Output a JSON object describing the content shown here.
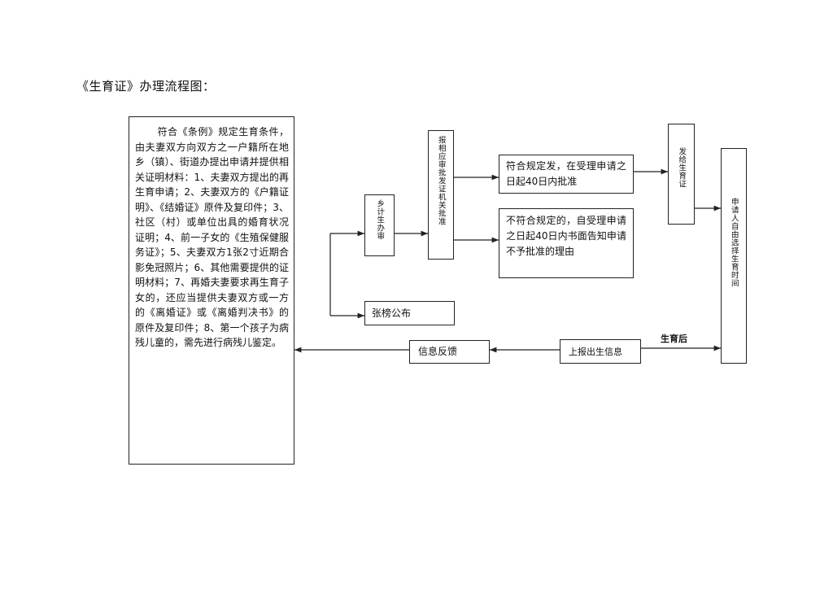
{
  "title": "《生育证》办理流程图：",
  "requirements_text": "符合《条例》规定生育条件，由夫妻双方向双方之一户籍所在地乡（镇）、街道办提出申请并提供相关证明材料：1、夫妻双方提出的再生育申请；2、夫妻双方的《户籍证明》、《结婚证》原件及复印件；3、社区（村）或单位出具的婚育状况证明；4、前一子女的《生殖保健服务证》；5、夫妻双方1张2寸近期合影免冠照片；6、其他需要提供的证明材料；7、再婚夫妻要求再生育子女的，还应当提供夫妻双方或一方的《离婚证》或《离婚判决书》的原件及复印件；8、第一个孩子为病残儿童的，需先进行病残儿鉴定。",
  "nodes": {
    "township_review": "乡计生办审",
    "approval_authority": "报相应审批发证机关批准",
    "public_notice": "张榜公布",
    "approve_result": "符合规定发，在受理申请之日起40日内批准",
    "reject_result": "不符合规定的，自受理申请之日起40日内书面告知申请不予批准的理由",
    "issue_certificate": "发给生育证",
    "choose_time": "申请人自由选择生育时间",
    "report_birth": "上报出生信息",
    "feedback": "信息反馈"
  },
  "edge_labels": {
    "after_birth": "生育后"
  }
}
